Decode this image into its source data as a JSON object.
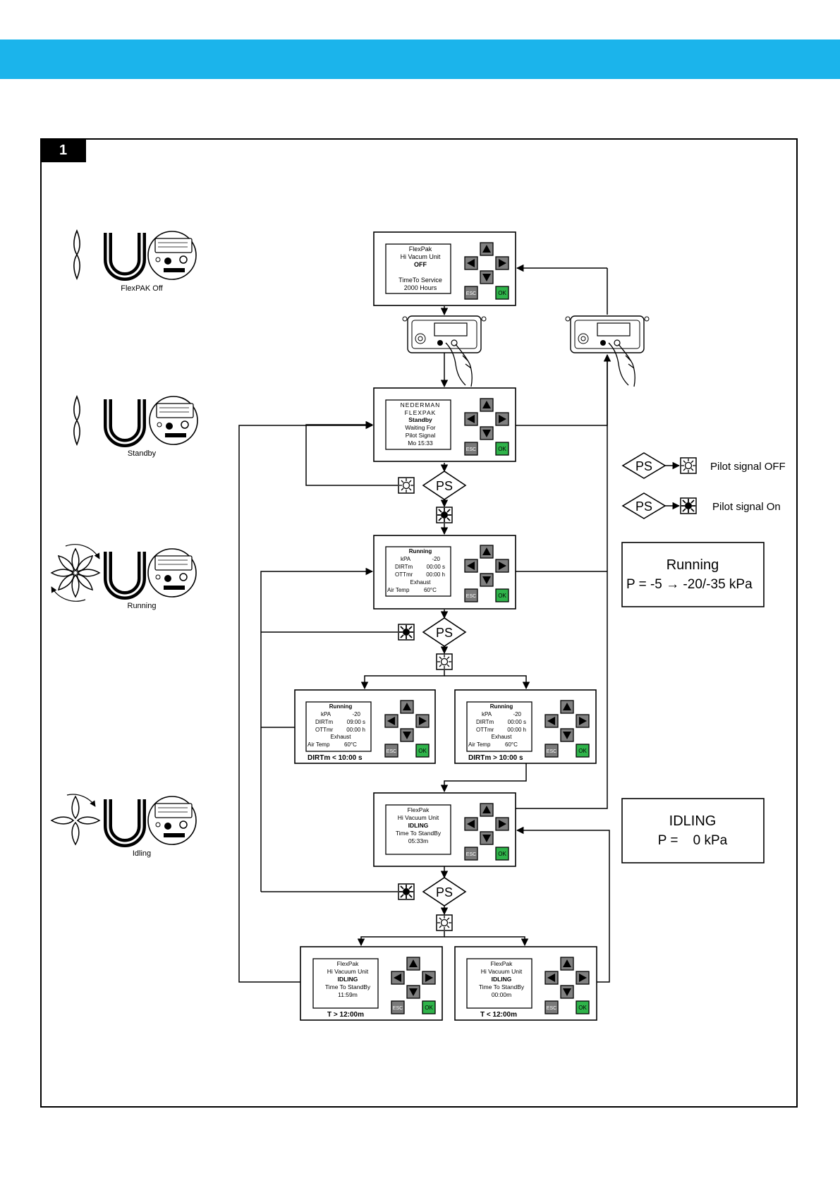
{
  "figure": {
    "number": "1"
  },
  "states": [
    {
      "label": "FlexPAK Off"
    },
    {
      "label": "Standby"
    },
    {
      "label": "Running"
    },
    {
      "label": "Idling"
    }
  ],
  "screens": {
    "off": {
      "lines": [
        "FlexPak",
        "Hi Vacum Unit",
        "OFF",
        "",
        "TimeTo Service",
        "2000 Hours"
      ]
    },
    "standby": {
      "lines": [
        "NEDERMAN",
        "FLEXPAK",
        "Standby",
        "Waiting For",
        "Pilot Signal",
        "Mo 15:33"
      ]
    },
    "running": {
      "title": "Running",
      "rows": [
        [
          "kPA",
          "-20"
        ],
        [
          "DIRTm",
          "00:00 s"
        ],
        [
          "OTTmr",
          "00:00 h"
        ]
      ],
      "exhaust": "Exhaust",
      "air_temp": [
        "Air Temp",
        "60°C"
      ]
    },
    "running_lt": {
      "title": "Running",
      "rows": [
        [
          "kPA",
          "-20"
        ],
        [
          "DIRTm",
          "09:00 s"
        ],
        [
          "OTTmr",
          "00:00 h"
        ]
      ],
      "exhaust": "Exhaust",
      "air_temp": [
        "Air Temp",
        "60°C"
      ],
      "caption": "DIRTm  <   10:00 s"
    },
    "running_gt": {
      "title": "Running",
      "rows": [
        [
          "kPA",
          "-20"
        ],
        [
          "DIRTm",
          "00:00 s"
        ],
        [
          "OTTmr",
          "00:00 h"
        ]
      ],
      "exhaust": "Exhaust",
      "air_temp": [
        "Air Temp",
        "60°C"
      ],
      "caption": "DIRTm  >   10:00 s"
    },
    "idling": {
      "lines": [
        "FlexPak",
        "Hi Vacuum Unit",
        "IDLING",
        "Time To  StandBy",
        "05:33m"
      ]
    },
    "idling_gt": {
      "lines": [
        "FlexPak",
        "Hi Vacuum Unit",
        "IDLING",
        "Time To  StandBy",
        "11:59m"
      ],
      "caption": "T  > 12:00m"
    },
    "idling_lt": {
      "lines": [
        "FlexPak",
        "Hi Vacuum Unit",
        "IDLING",
        "Time To  StandBy",
        "00:00m"
      ],
      "caption": "T  <  12:00m"
    }
  },
  "keypad": {
    "esc": "ESC",
    "ok": "OK",
    "ok_color": "#2fb34a",
    "esc_color": "#7a7a7a"
  },
  "decisions": {
    "label": "PS"
  },
  "legend": {
    "off_label": "Pilot signal OFF",
    "on_label": "Pilot signal On"
  },
  "info_boxes": {
    "running": {
      "title": "Running",
      "value": "P  = -5 → -20/-35 kPa"
    },
    "idling": {
      "title": "IDLING",
      "value": "P =    0 kPa"
    }
  },
  "colors": {
    "header_band": "#1bb4eb"
  }
}
